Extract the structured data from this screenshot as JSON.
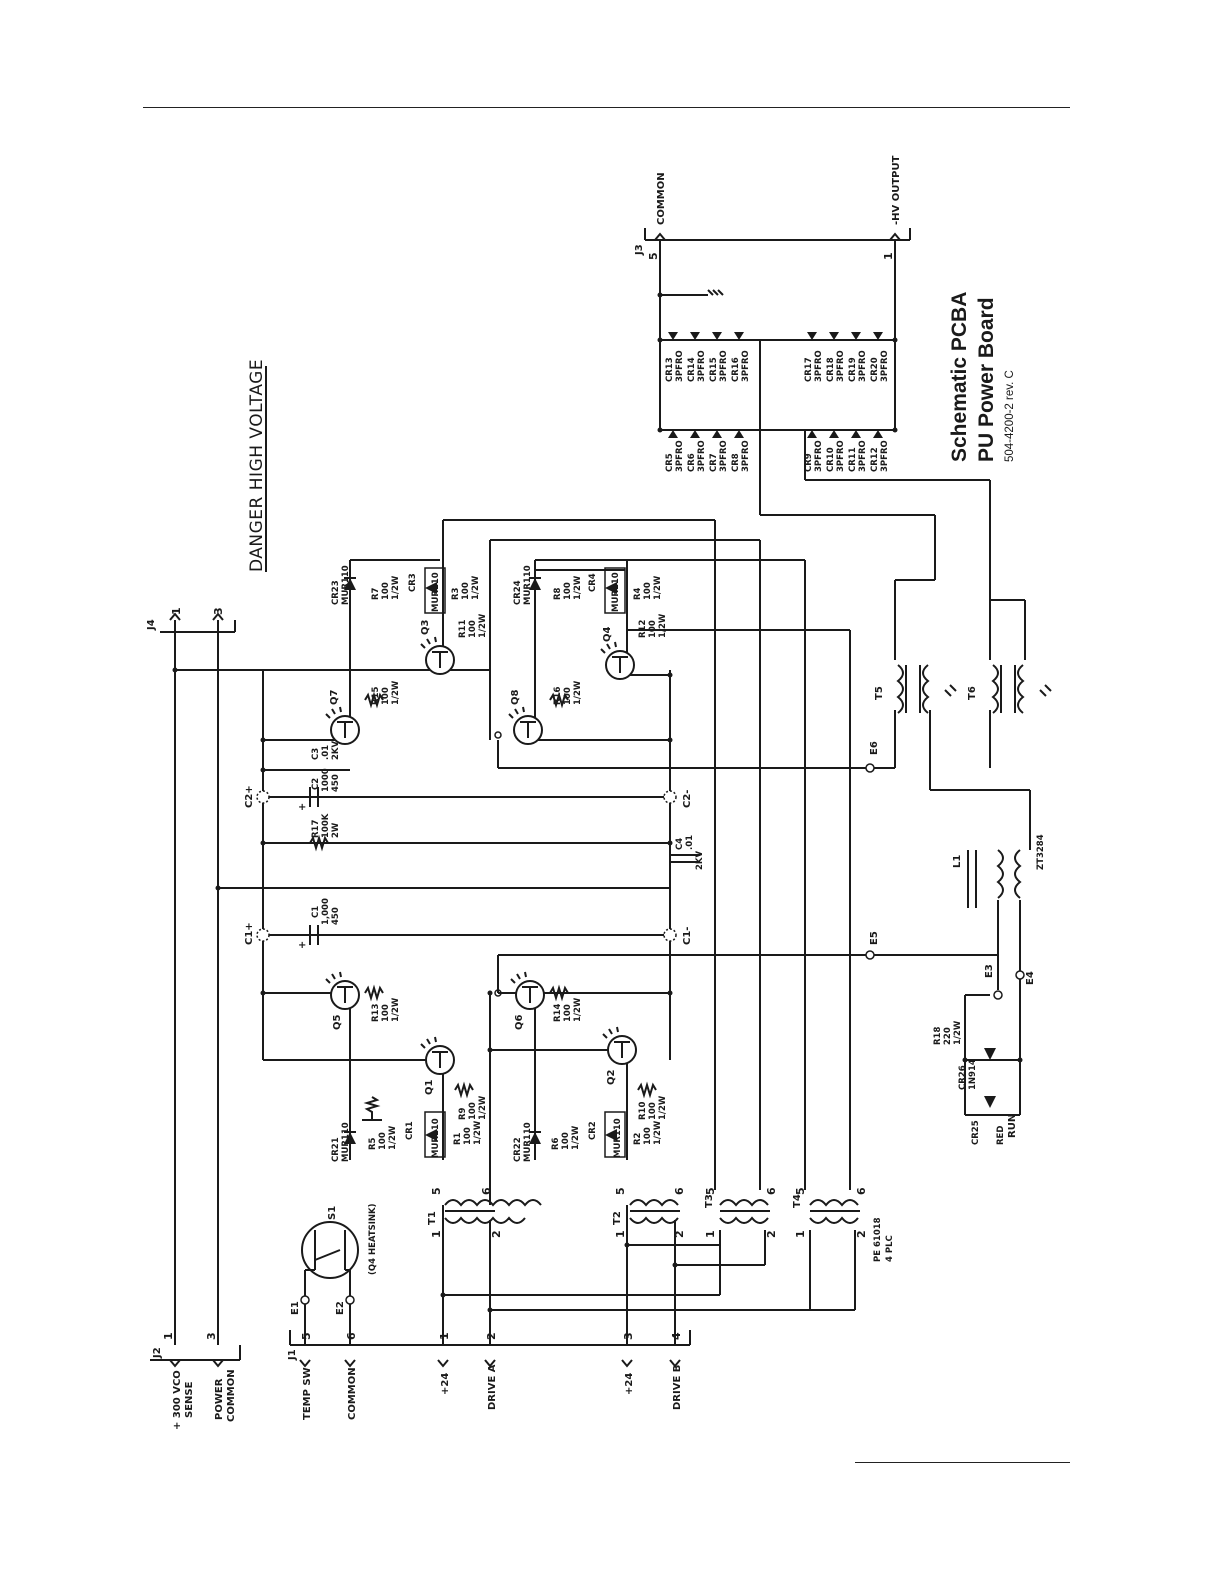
{
  "title": {
    "line1": "Schematic PCBA",
    "line2": "PU Power Board",
    "doc_number": "504-4200-2 rev. C"
  },
  "warning": "DANGER HIGH VOLTAGE",
  "connectors": {
    "j2": "J2",
    "j1": "J1",
    "j3": "J3",
    "j4": "J4",
    "j2_pins": [
      {
        "pin": "1",
        "label": "+ 300 VCO SENSE"
      },
      {
        "pin": "3",
        "label": "POWER COMMON"
      }
    ],
    "j1_pins": [
      {
        "pin": "5",
        "label": "TEMP SW"
      },
      {
        "pin": "6",
        "label": "COMMON"
      },
      {
        "pin": "1",
        "label": "+24"
      },
      {
        "pin": "2",
        "label": "DRIVE A"
      },
      {
        "pin": "3",
        "label": "+24"
      },
      {
        "pin": "4",
        "label": "DRIVE B"
      }
    ],
    "j3_pins": [
      {
        "pin": "5",
        "label": "COMMON"
      },
      {
        "pin": "1",
        "label": "-HV OUTPUT"
      }
    ],
    "j4_pins": [
      {
        "pin": "1",
        "label": "1"
      },
      {
        "pin": "3",
        "label": "3"
      }
    ]
  },
  "switch": {
    "ref": "S1",
    "note": "(Q4 HEATSINK)",
    "e1": "E1",
    "e2": "E2"
  },
  "transformers": {
    "t1": "T1",
    "t2": "T2",
    "t3": "T3",
    "t4": "T4",
    "t_note_1": "PE 61018",
    "t_note_2": "4 PLC",
    "t5": "T5",
    "t6": "T6",
    "pin1": "1",
    "pin2": "2",
    "pin5": "5",
    "pin6": "6"
  },
  "inductor": {
    "ref": "L1",
    "part": "ZT3284"
  },
  "transistors": {
    "q1": "Q1",
    "q2": "Q2",
    "q3": "Q3",
    "q4": "Q4",
    "q5": "Q5",
    "q6": "Q6",
    "q7": "Q7",
    "q8": "Q8"
  },
  "resistors": {
    "r1": [
      "R1",
      "100",
      "1/2W"
    ],
    "r2": [
      "R2",
      "100",
      "1/2W"
    ],
    "r3": [
      "R3",
      "100",
      "1/2W"
    ],
    "r4": [
      "R4",
      "100",
      "1/2W"
    ],
    "r5": [
      "R5",
      "100",
      "1/2W"
    ],
    "r6": [
      "R6",
      "100",
      "1/2W"
    ],
    "r7": [
      "R7",
      "100",
      "1/2W"
    ],
    "r8": [
      "R8",
      "100",
      "1/2W"
    ],
    "r9": [
      "R9",
      "100",
      "1/2W"
    ],
    "r10": [
      "R10",
      "100",
      "1/2W"
    ],
    "r11": [
      "R11",
      "100",
      "1/2W"
    ],
    "r12": [
      "R12",
      "100",
      "1/2W"
    ],
    "r13": [
      "R13",
      "100",
      "1/2W"
    ],
    "r14": [
      "R14",
      "100",
      "1/2W"
    ],
    "r15": [
      "R15",
      "100",
      "1/2W"
    ],
    "r16": [
      "R16",
      "100",
      "1/2W"
    ],
    "r17": [
      "R17",
      "100K",
      "2W"
    ],
    "r18": [
      "R18",
      "220",
      "1/2W"
    ]
  },
  "capacitors": {
    "c1": [
      "C1",
      "1,000",
      "450"
    ],
    "c2": [
      "C2",
      "1000",
      "450"
    ],
    "c3": [
      "C3",
      ".01",
      "2KV"
    ],
    "c4": [
      "C4",
      ".01",
      "2KV"
    ],
    "c1p": "C1+",
    "c1m": "C1-",
    "c2p": "C2+",
    "c2m": "C2-",
    "plus": "+"
  },
  "diodes": {
    "cr1": [
      "CR1",
      "MUR110"
    ],
    "cr2": [
      "CR2",
      "MUR110"
    ],
    "cr3": [
      "CR3",
      "MUR110"
    ],
    "cr4": [
      "CR4",
      "MUR110"
    ],
    "cr21": [
      "CR21",
      "MUR110"
    ],
    "cr22": [
      "CR22",
      "MUR110"
    ],
    "cr23": [
      "CR23",
      "MUR110"
    ],
    "cr24": [
      "CR24",
      "MUR110"
    ],
    "cr25": [
      "CR25",
      "RED",
      "RUN"
    ],
    "cr26": [
      "CR26",
      "1N914"
    ],
    "left_bank": [
      [
        "CR5",
        "3PFRO"
      ],
      [
        "CR6",
        "3PFRO"
      ],
      [
        "CR7",
        "3PFRO"
      ],
      [
        "CR8",
        "3PFRO"
      ]
    ],
    "left_bank2": [
      [
        "CR9",
        "3PFRO"
      ],
      [
        "CR10",
        "3PFRO"
      ],
      [
        "CR11",
        "3PFRO"
      ],
      [
        "CR12",
        "3PFRO"
      ]
    ],
    "right_bank": [
      [
        "CR13",
        "3PFRO"
      ],
      [
        "CR14",
        "3PFRO"
      ],
      [
        "CR15",
        "3PFRO"
      ],
      [
        "CR16",
        "3PFRO"
      ]
    ],
    "right_bank2": [
      [
        "CR17",
        "3PFRO"
      ],
      [
        "CR18",
        "3PFRO"
      ],
      [
        "CR19",
        "3PFRO"
      ],
      [
        "CR20",
        "3PFRO"
      ]
    ]
  },
  "test_points": {
    "e3": "E3",
    "e4": "E4",
    "e5": "E5",
    "e6": "E6"
  }
}
